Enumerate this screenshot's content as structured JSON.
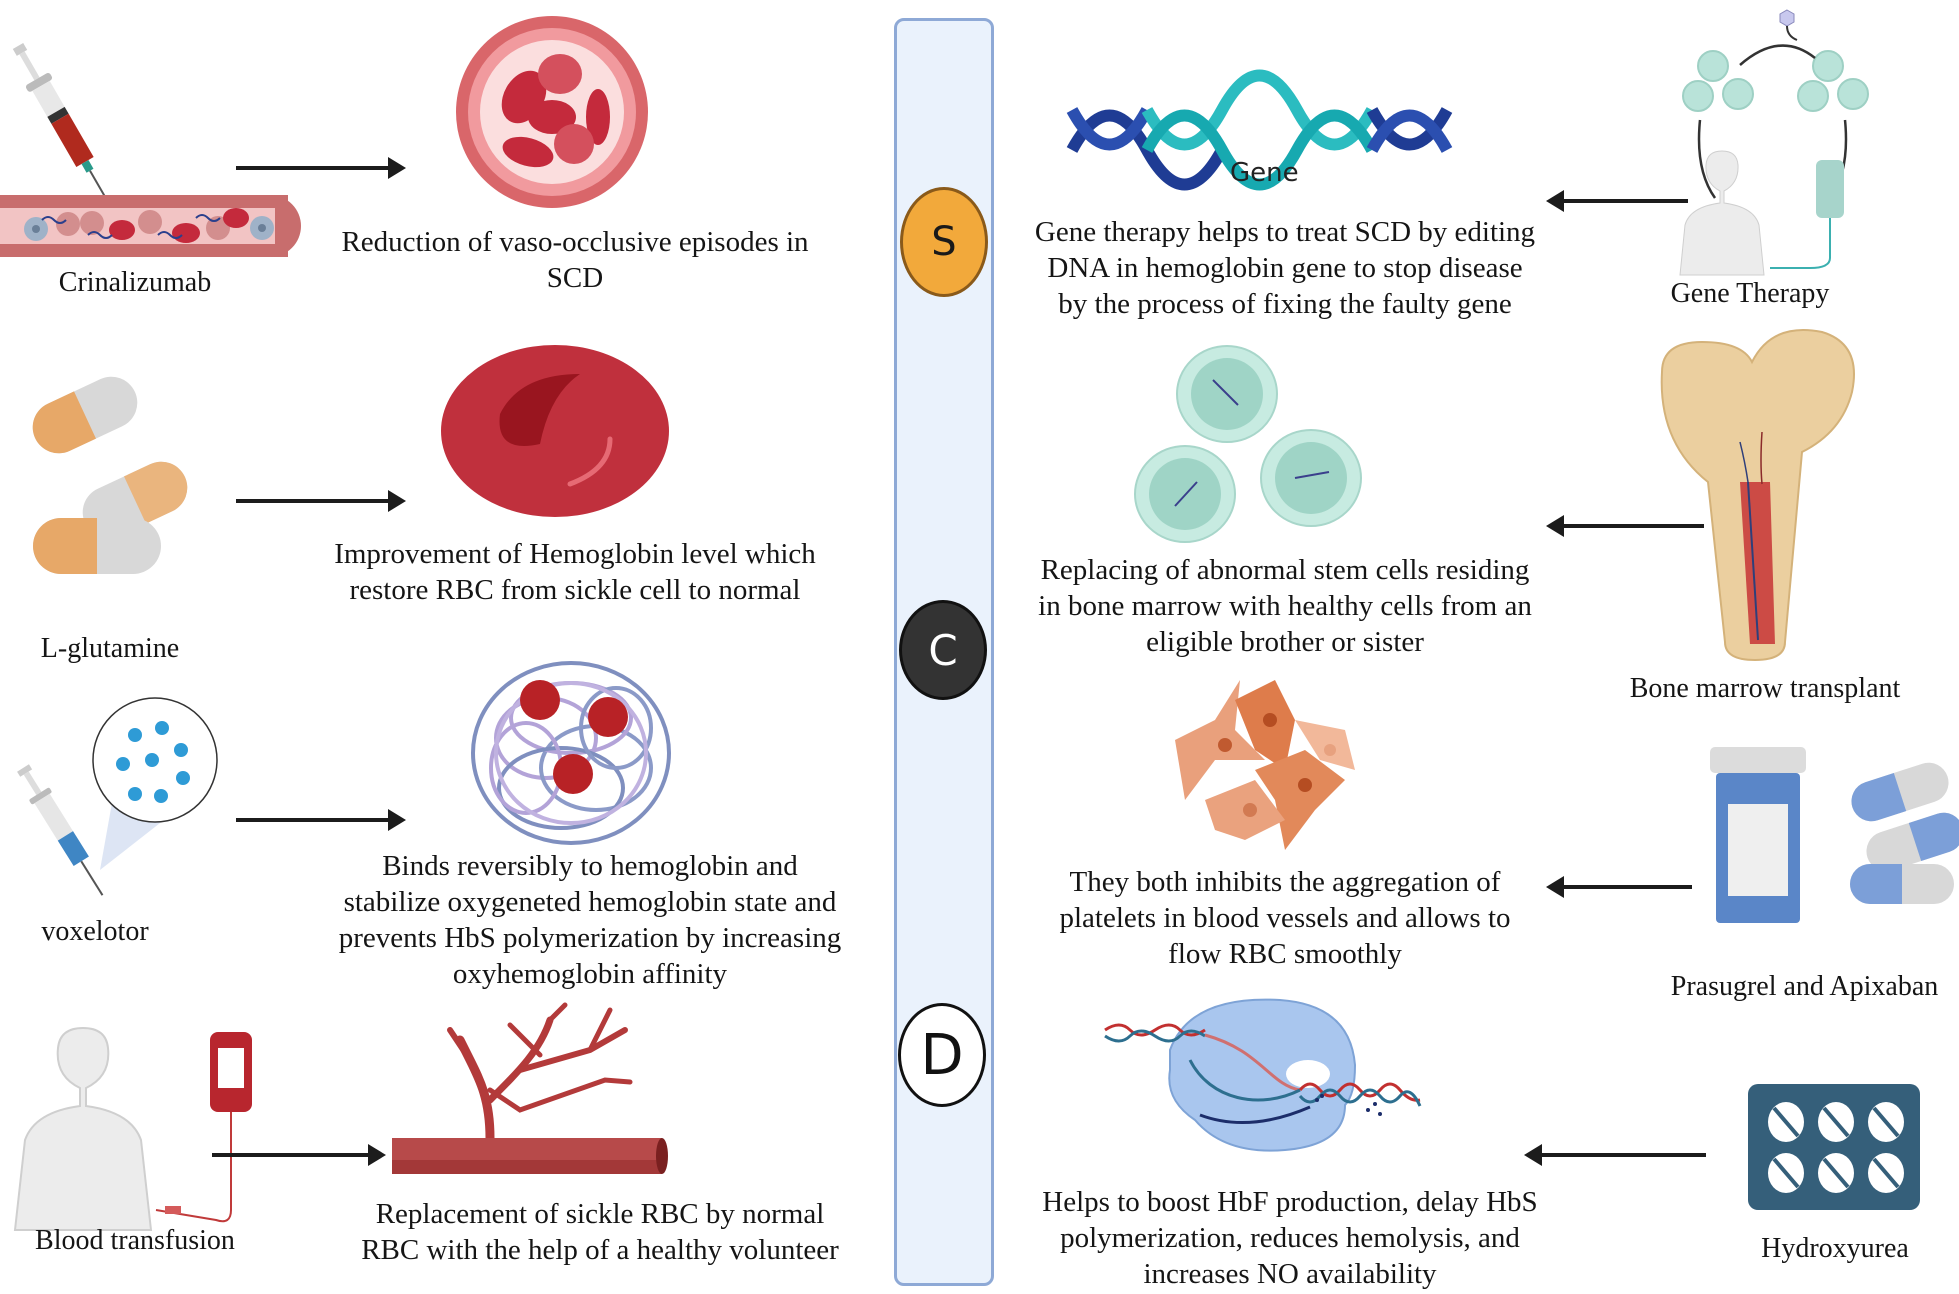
{
  "figure": {
    "title": "Treatment approaches for sickle cell disease (SCD)",
    "timeline": {
      "badges": [
        {
          "letter": "S",
          "fill": "#f2a93b",
          "border": "#8a5a1a",
          "text_color": "#1a1a1a"
        },
        {
          "letter": "C",
          "fill": "#333333",
          "border": "#111111",
          "text_color": "#ffffff"
        },
        {
          "letter": "D",
          "fill": "#ffffff",
          "border": "#111111",
          "text_color": "#111111"
        }
      ],
      "fill": "#eaf2fc",
      "border": "#8ea9d6"
    },
    "left_treatments": [
      {
        "name": "Crinalizumab",
        "icon": "syringe-blood-vessel-icon",
        "effect_icon": "blood-vessel-cross-section-icon",
        "effect": [
          "Reduction of vaso-occlusive episodes in",
          "SCD"
        ]
      },
      {
        "name": "L-glutamine",
        "icon": "capsules-icon",
        "effect_icon": "red-blood-cell-icon",
        "effect": [
          "Improvement of Hemoglobin level which",
          "restore RBC from sickle cell to normal"
        ]
      },
      {
        "name": "voxelotor",
        "icon": "syringe-molecules-icon",
        "effect_icon": "hemoglobin-molecule-icon",
        "effect": [
          "Binds reversibly to hemoglobin and",
          "stabilize oxygeneted hemoglobin state and",
          "prevents HbS polymerization by increasing",
          "oxyhemoglobin affinity"
        ]
      },
      {
        "name": "Blood transfusion",
        "icon": "patient-blood-bag-icon",
        "effect_icon": "blood-vessel-branch-icon",
        "effect": [
          "Replacement of sickle RBC by normal",
          "RBC with the help of a healthy volunteer"
        ]
      }
    ],
    "right_treatments": [
      {
        "name": "Gene Therapy",
        "icon": "gene-therapy-cycle-icon",
        "effect_icon": "dna-helix-icon",
        "effect_icon_label": "Gene",
        "effect": [
          "Gene therapy helps to treat SCD by editing",
          "DNA in hemoglobin gene to stop disease",
          "by the process of fixing the faulty gene"
        ]
      },
      {
        "name": "Bone marrow transplant",
        "icon": "femur-bone-icon",
        "effect_icon": "stem-cells-icon",
        "effect": [
          "Replacing of abnormal stem cells residing",
          "in bone marrow with healthy cells from an",
          "eligible brother or sister"
        ]
      },
      {
        "name": "Prasugrel and Apixaban",
        "icon": "pill-bottle-capsules-icon",
        "effect_icon": "platelets-icon",
        "effect": [
          "They both inhibits the aggregation of",
          "platelets in blood vessels and allows to",
          "flow RBC smoothly"
        ]
      },
      {
        "name": "Hydroxyurea",
        "icon": "tablet-blister-pack-icon",
        "effect_icon": "ribosome-transcription-icon",
        "effect": [
          "Helps to boost HbF production, delay HbS",
          "polymerization, reduces hemolysis, and",
          "increases NO availability"
        ]
      }
    ],
    "colors": {
      "arrow": "#1c1c1c",
      "rbc": "#c0303d",
      "dna_dark": "#1f3c94",
      "dna_light": "#2bbcc0",
      "blister": "#355f7a",
      "stem_cell": "#b9e3d9",
      "platelet": "#e2895a",
      "capsule_orange": "#e7a868",
      "capsule_blue": "#7c9fd8"
    }
  }
}
